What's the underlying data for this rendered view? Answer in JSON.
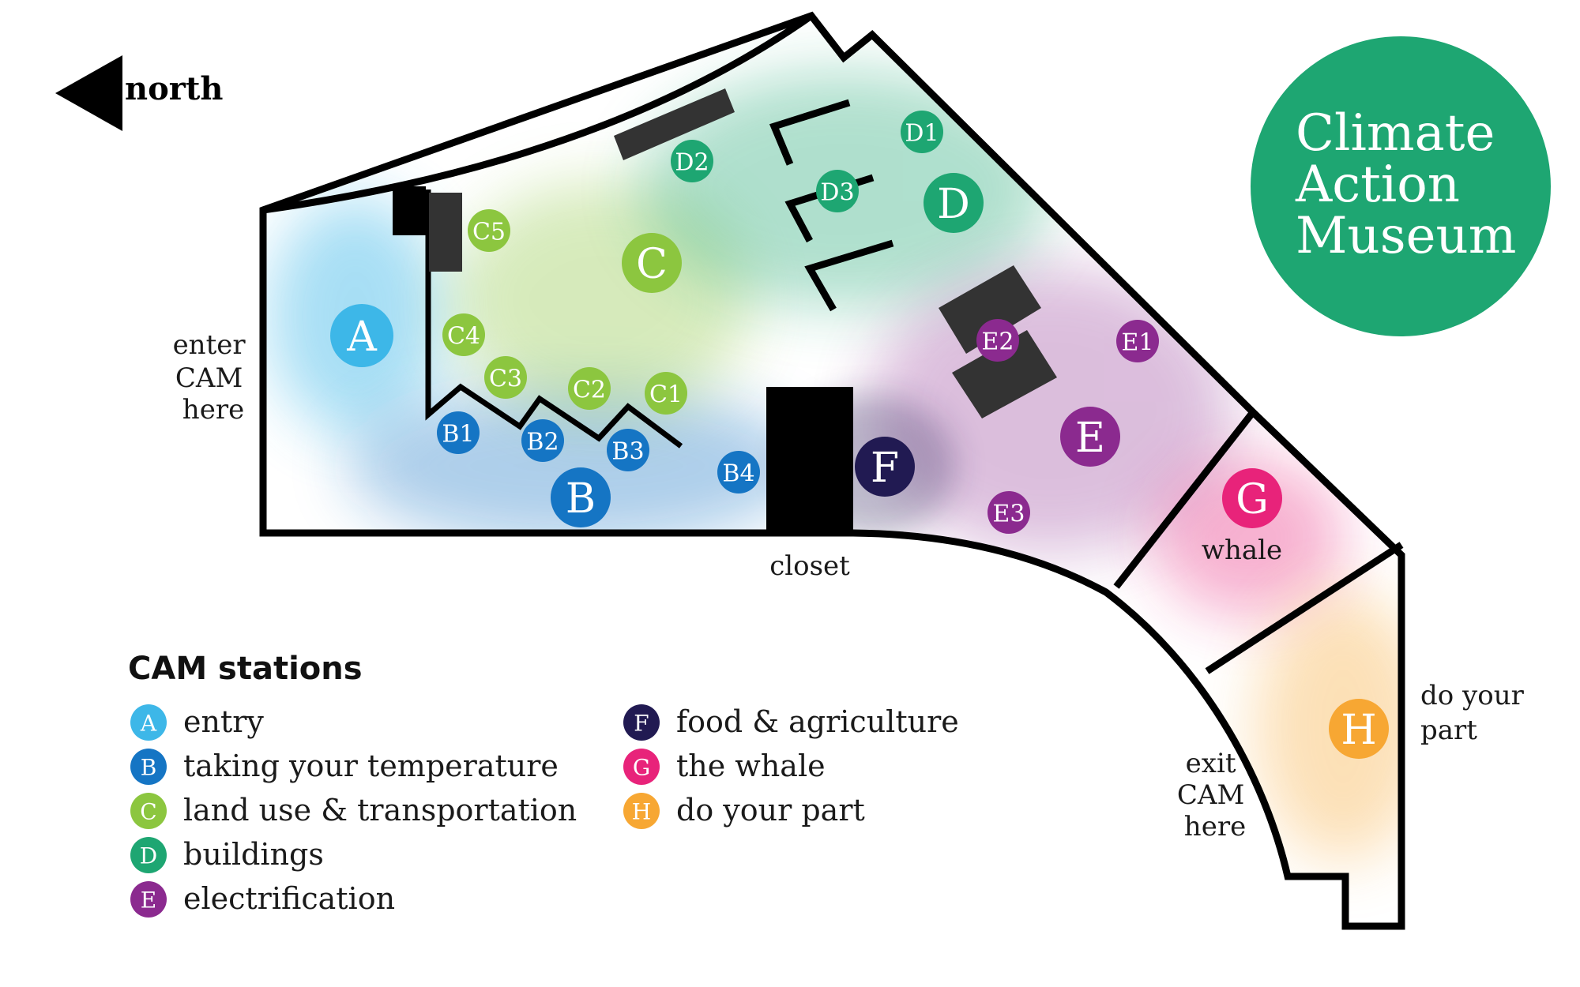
{
  "compass": {
    "label": "north"
  },
  "logo": {
    "line1": "Climate",
    "line2": "Action",
    "line3": "Museum",
    "color": "#1ea672"
  },
  "labels": {
    "enter": [
      "enter",
      "CAM",
      "here"
    ],
    "exit": [
      "exit",
      "CAM",
      "here"
    ],
    "closet": "closet",
    "whale": "whale",
    "do_your_part": [
      "do your",
      "part"
    ]
  },
  "colors": {
    "A": "#3db7e8",
    "B": "#1575c4",
    "C": "#8cc63f",
    "D": "#1ea672",
    "E": "#8b2a8f",
    "F": "#211a52",
    "G": "#e8237a",
    "H": "#f7a733"
  },
  "markers": [
    {
      "id": "A",
      "label": "A",
      "group": "A"
    },
    {
      "id": "B",
      "label": "B",
      "group": "B"
    },
    {
      "id": "B1",
      "label": "B1",
      "group": "B"
    },
    {
      "id": "B2",
      "label": "B2",
      "group": "B"
    },
    {
      "id": "B3",
      "label": "B3",
      "group": "B"
    },
    {
      "id": "B4",
      "label": "B4",
      "group": "B"
    },
    {
      "id": "C",
      "label": "C",
      "group": "C"
    },
    {
      "id": "C1",
      "label": "C1",
      "group": "C"
    },
    {
      "id": "C2",
      "label": "C2",
      "group": "C"
    },
    {
      "id": "C3",
      "label": "C3",
      "group": "C"
    },
    {
      "id": "C4",
      "label": "C4",
      "group": "C"
    },
    {
      "id": "C5",
      "label": "C5",
      "group": "C"
    },
    {
      "id": "D",
      "label": "D",
      "group": "D"
    },
    {
      "id": "D1",
      "label": "D1",
      "group": "D"
    },
    {
      "id": "D2",
      "label": "D2",
      "group": "D"
    },
    {
      "id": "D3",
      "label": "D3",
      "group": "D"
    },
    {
      "id": "E",
      "label": "E",
      "group": "E"
    },
    {
      "id": "E1",
      "label": "E1",
      "group": "E"
    },
    {
      "id": "E2",
      "label": "E2",
      "group": "E"
    },
    {
      "id": "E3",
      "label": "E3",
      "group": "E"
    },
    {
      "id": "F",
      "label": "F",
      "group": "F"
    },
    {
      "id": "G",
      "label": "G",
      "group": "G"
    },
    {
      "id": "H",
      "label": "H",
      "group": "H"
    }
  ],
  "legend": {
    "title": "CAM stations",
    "items": [
      {
        "key": "A",
        "text": "entry"
      },
      {
        "key": "B",
        "text": "taking your temperature"
      },
      {
        "key": "C",
        "text": "land use & transportation"
      },
      {
        "key": "D",
        "text": "buildings"
      },
      {
        "key": "E",
        "text": "electrification"
      },
      {
        "key": "F",
        "text": "food & agriculture"
      },
      {
        "key": "G",
        "text": "the whale"
      },
      {
        "key": "H",
        "text": "do your part"
      }
    ]
  }
}
